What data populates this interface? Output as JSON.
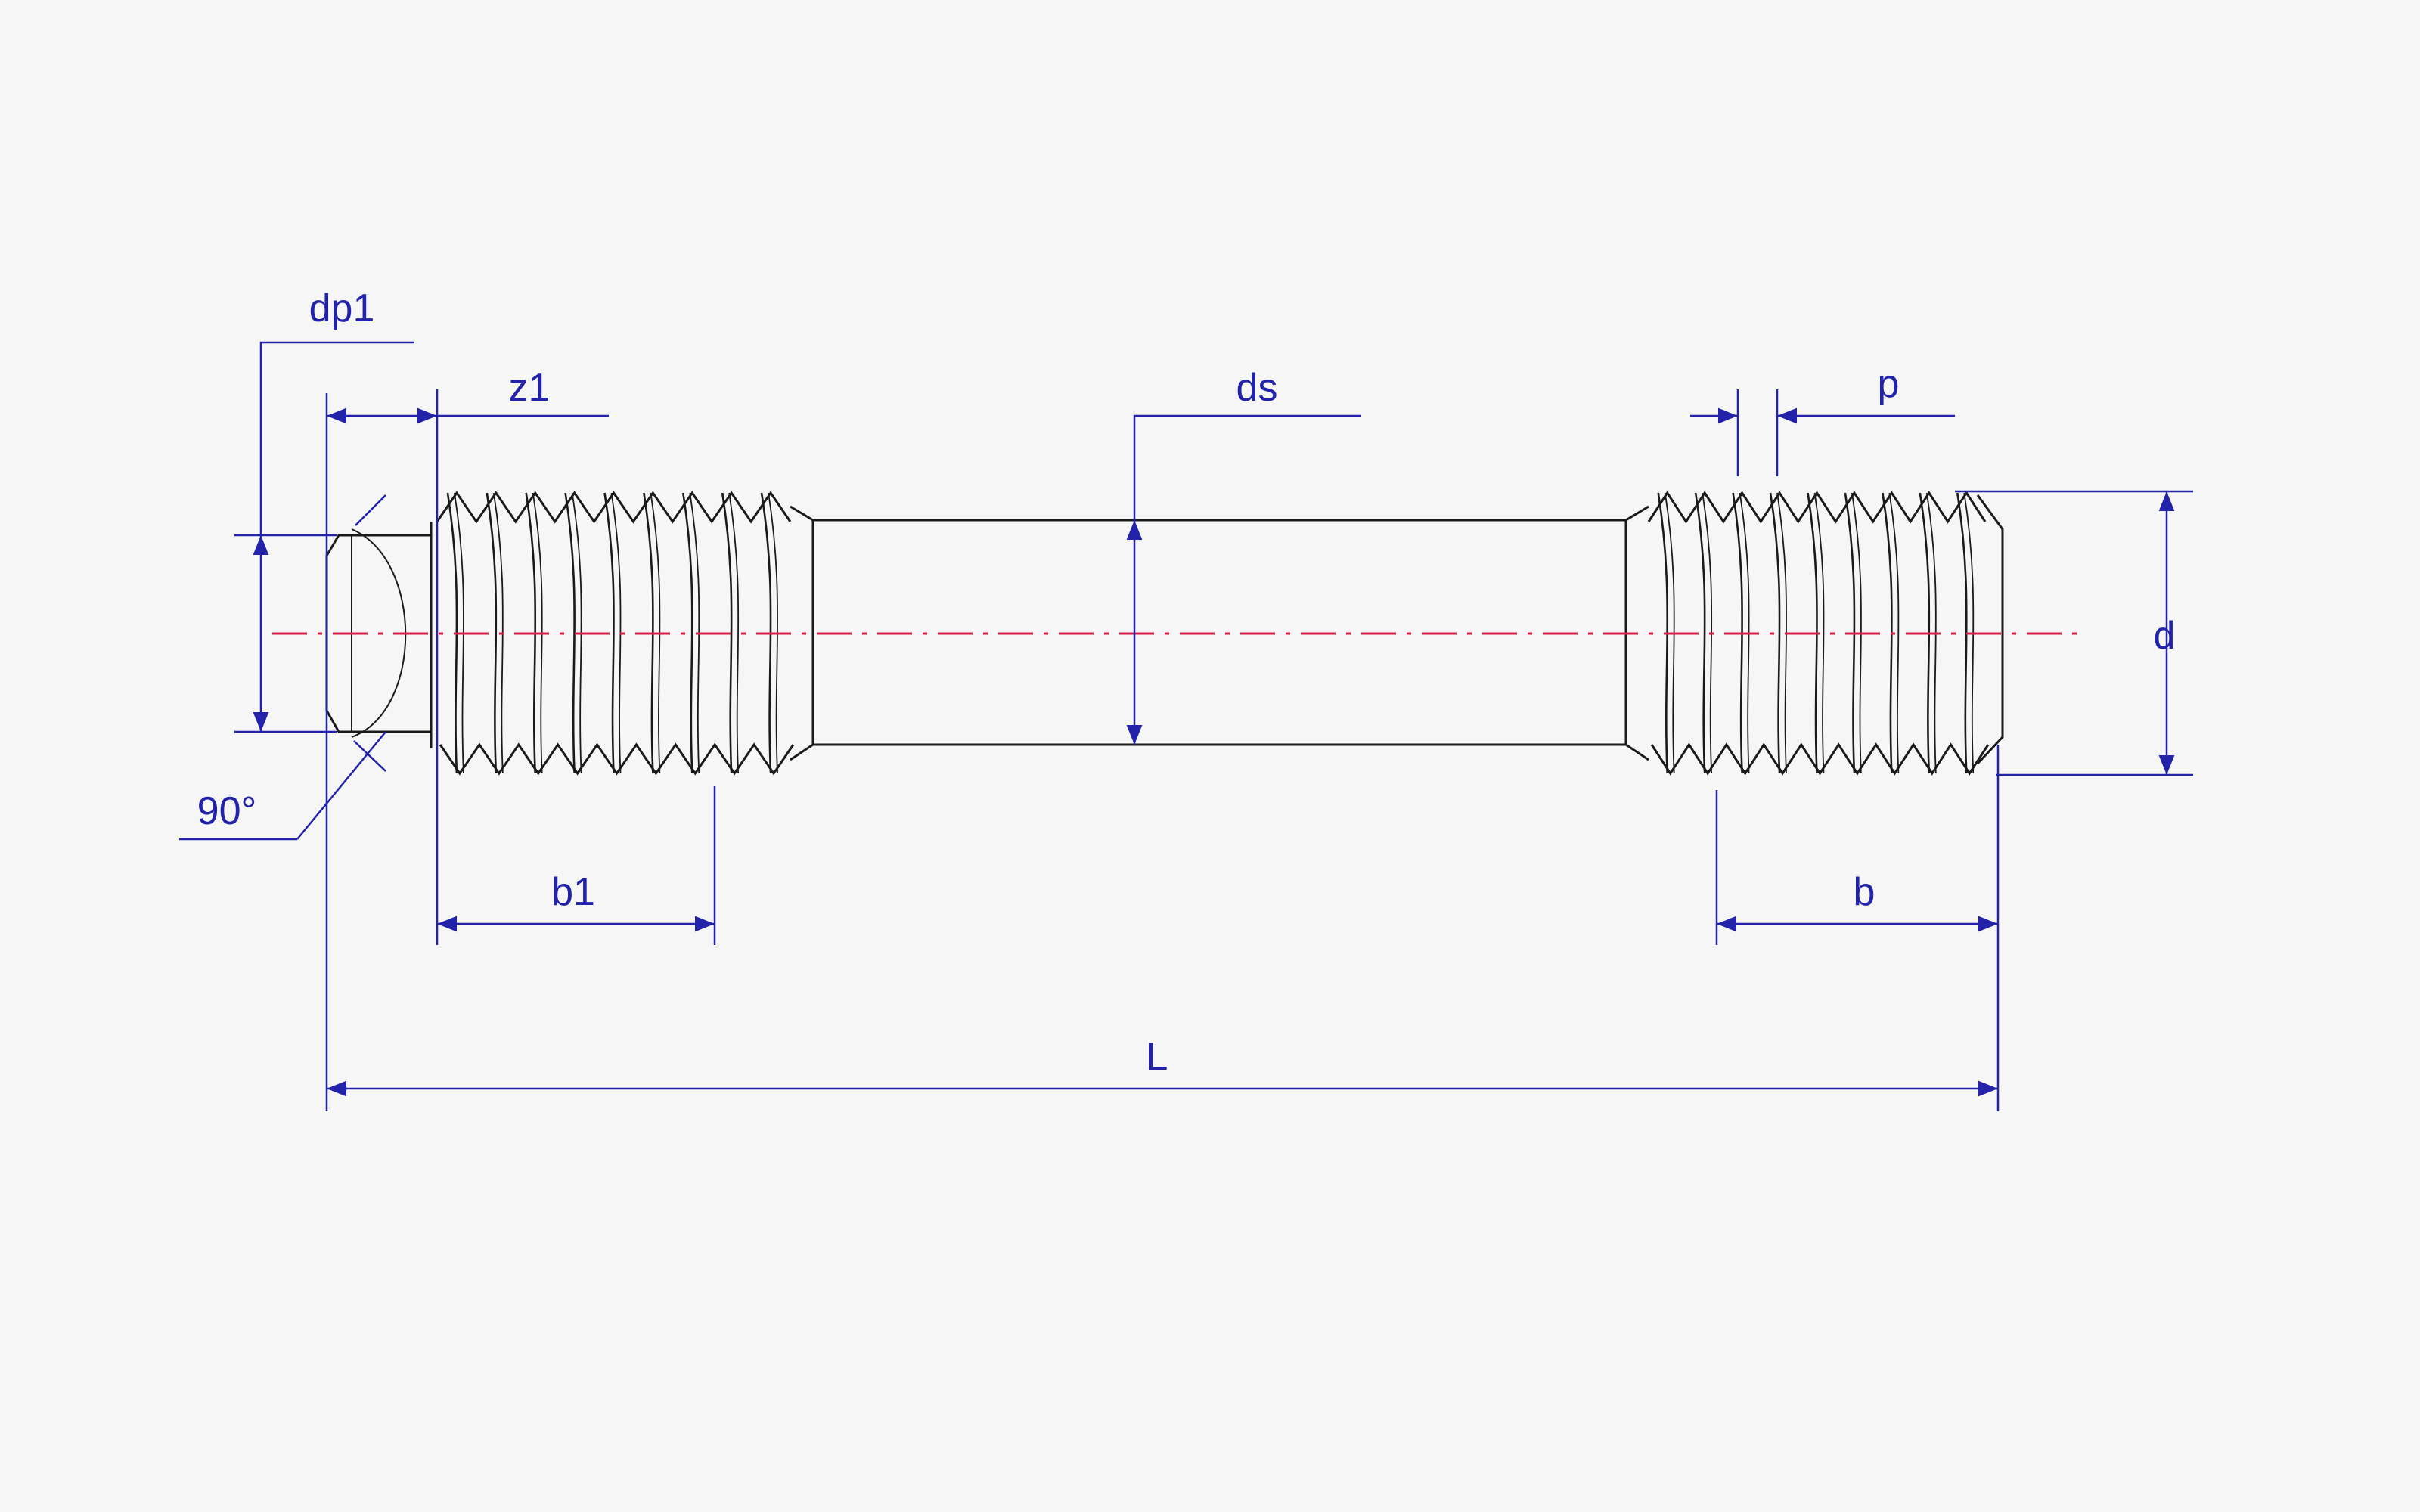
{
  "labels": {
    "dp1": "dp1",
    "z1": "z1",
    "ds": "ds",
    "p": "p",
    "d": "d",
    "angle": "90°",
    "b1": "b1",
    "b": "b",
    "L": "L"
  },
  "colors": {
    "background": "#f6f6f6",
    "outline": "#1a1a1a",
    "dimension": "#2222aa",
    "centerline": "#d8204a"
  },
  "thread": {
    "left_crests": 9,
    "right_crests": 9
  }
}
